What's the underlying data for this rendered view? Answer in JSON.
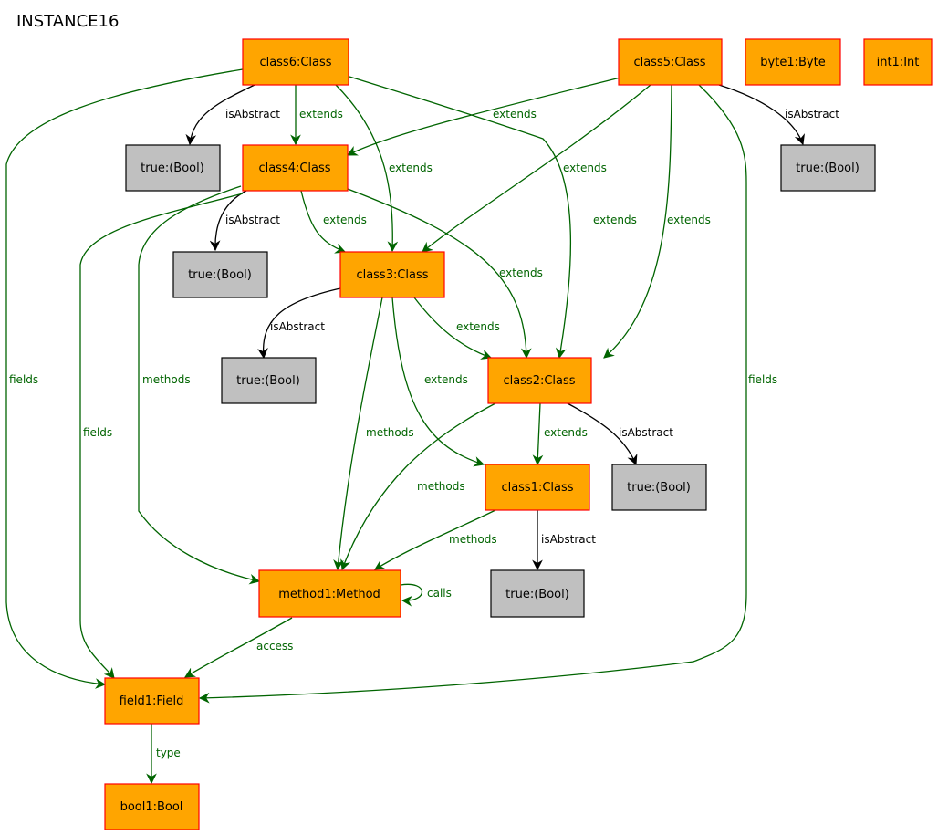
{
  "title": "INSTANCE16",
  "colors": {
    "object_fill": "#FFA500",
    "object_stroke": "#FF0000",
    "value_fill": "#C0C0C0",
    "value_stroke": "#000000",
    "green_edge": "#006400",
    "black_edge": "#000000"
  },
  "nodes": {
    "class6": "class6:Class",
    "class5": "class5:Class",
    "byte1": "byte1:Byte",
    "int1": "int1:Int",
    "class4": "class4:Class",
    "true6": "true:(Bool)",
    "true5": "true:(Bool)",
    "true4": "true:(Bool)",
    "class3": "class3:Class",
    "true3": "true:(Bool)",
    "class2": "class2:Class",
    "class1": "class1:Class",
    "true2": "true:(Bool)",
    "true1": "true:(Bool)",
    "method1": "method1:Method",
    "field1": "field1:Field",
    "bool1": "bool1:Bool"
  },
  "edge_labels": {
    "isAbstract": "isAbstract",
    "extends": "extends",
    "fields": "fields",
    "methods": "methods",
    "calls": "calls",
    "access": "access",
    "type": "type"
  }
}
